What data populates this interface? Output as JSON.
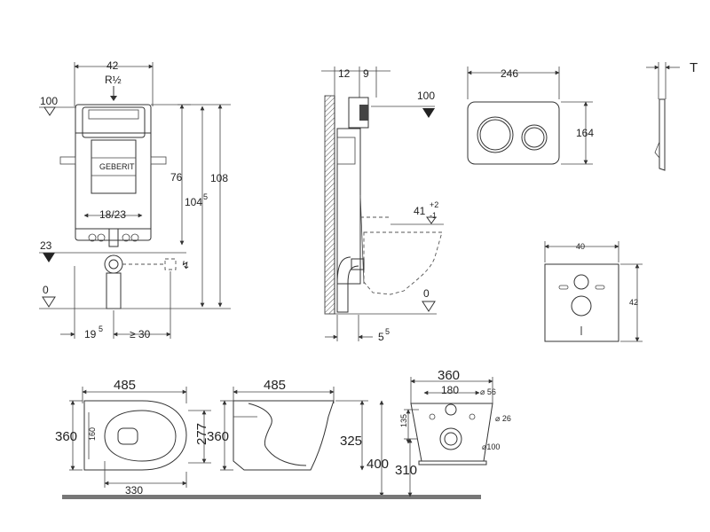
{
  "frame": {
    "dims": {
      "width": "42",
      "thread": "R½",
      "top_level": "100",
      "h76": "76",
      "h104": "104",
      "h104_sup": "5",
      "h108": "108",
      "spacing": "18/23",
      "level23": "23",
      "level0": "0",
      "offset19": "19",
      "offset19_sup": "5",
      "min30": "≥ 30"
    },
    "brand": "GEBERIT"
  },
  "side": {
    "dims": {
      "d12": "12",
      "d9": "9",
      "level100": "100",
      "h41": "41",
      "h41_tol_plus": "+2",
      "h41_tol_minus": "-1",
      "level0": "0",
      "d5": "5",
      "d5_sup": "5"
    }
  },
  "plate": {
    "dims": {
      "width": "246",
      "height": "164",
      "thickness": "T"
    }
  },
  "panel": {
    "dims": {
      "width": "40",
      "height": "42"
    }
  },
  "bowl_top": {
    "dims": {
      "length": "485",
      "width": "360",
      "inner": "277",
      "small": "160",
      "base": "330"
    }
  },
  "bowl_side": {
    "dims": {
      "length": "485",
      "height": "360",
      "h325": "325",
      "h400": "400"
    }
  },
  "bowl_back": {
    "dims": {
      "width": "360",
      "d180": "180",
      "d56": "⌀ 56",
      "d26": "⌀ 26",
      "d100": "⌀100",
      "h135": "135",
      "h310": "310"
    }
  },
  "colors": {
    "line": "#333333",
    "wall": "#888888",
    "floor": "#777777"
  }
}
